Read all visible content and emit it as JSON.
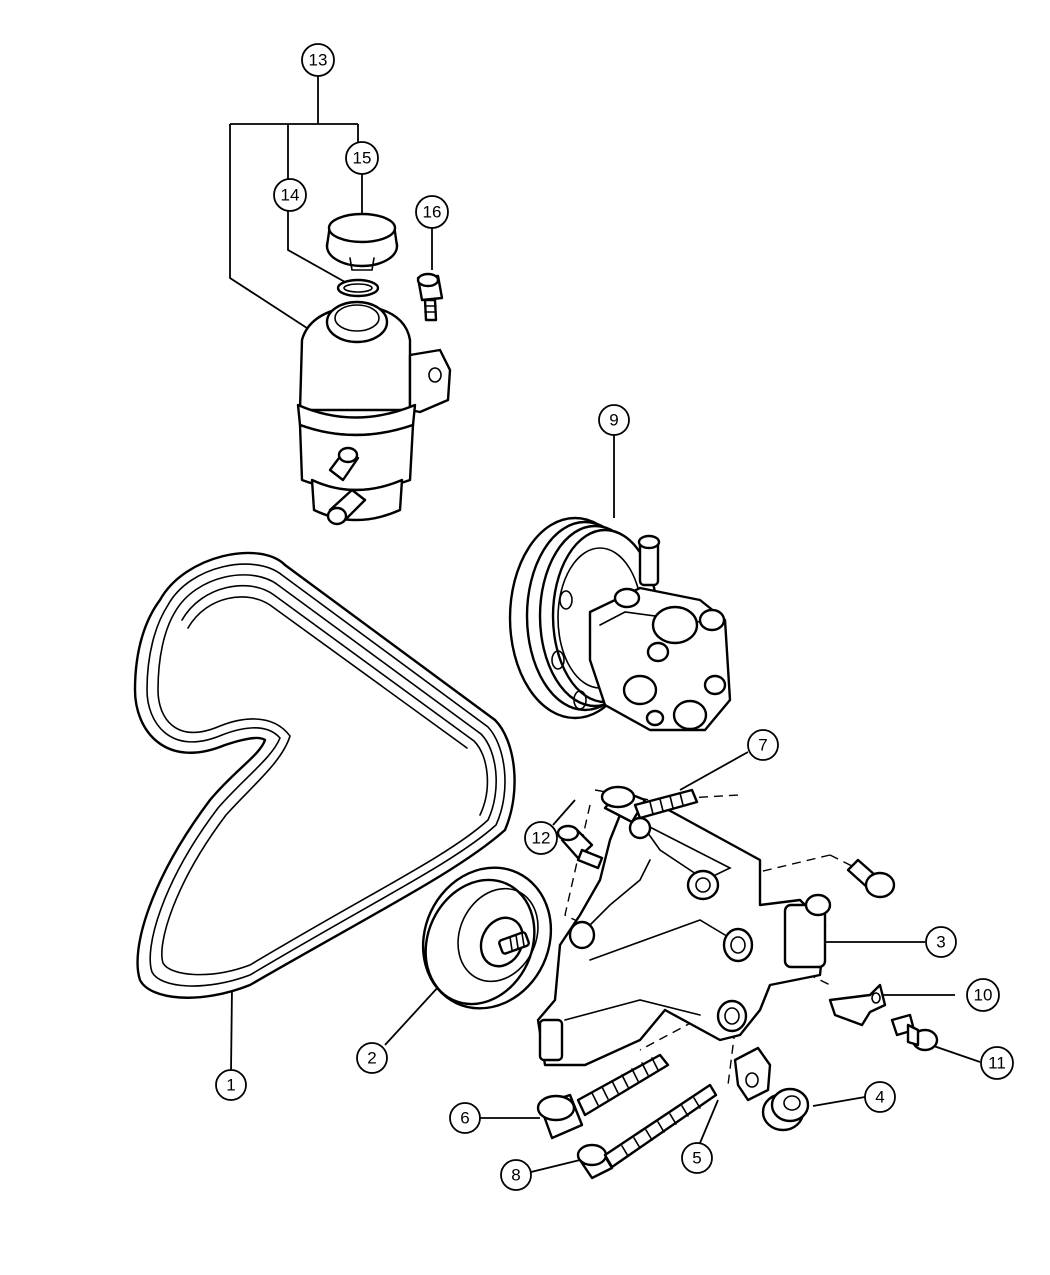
{
  "diagram": {
    "callouts": [
      {
        "id": "1",
        "label": "1"
      },
      {
        "id": "2",
        "label": "2"
      },
      {
        "id": "3",
        "label": "3"
      },
      {
        "id": "4",
        "label": "4"
      },
      {
        "id": "5",
        "label": "5"
      },
      {
        "id": "6",
        "label": "6"
      },
      {
        "id": "7",
        "label": "7"
      },
      {
        "id": "8",
        "label": "8"
      },
      {
        "id": "9",
        "label": "9"
      },
      {
        "id": "10",
        "label": "10"
      },
      {
        "id": "11",
        "label": "11"
      },
      {
        "id": "12",
        "label": "12"
      },
      {
        "id": "13",
        "label": "13"
      },
      {
        "id": "14",
        "label": "14"
      },
      {
        "id": "15",
        "label": "15"
      },
      {
        "id": "16",
        "label": "16"
      }
    ]
  },
  "colors": {
    "line": "#000000",
    "background": "#ffffff"
  }
}
